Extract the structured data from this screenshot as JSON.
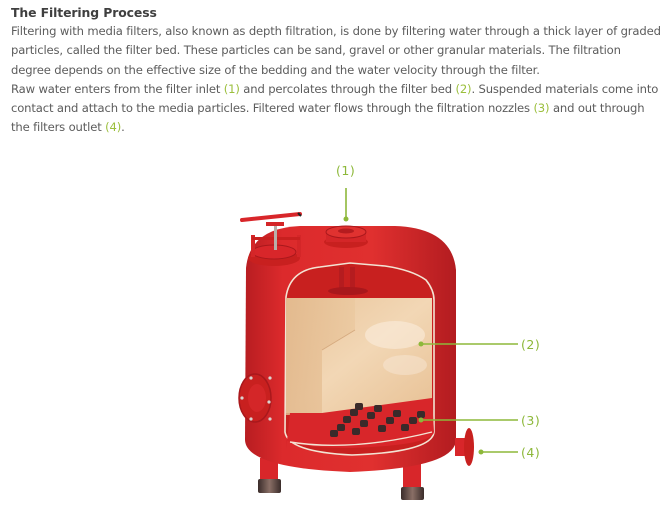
{
  "article": {
    "title": "The Filtering Process",
    "paragraph1": "Filtering with media filters, also known as depth filtration, is done by filtering water through a thick layer of graded particles, called the filter bed. These particles can be sand, gravel or other granular materials. The filtration degree depends on the effective size of the bedding and the water velocity through the filter.",
    "paragraph2": {
      "part1": "Raw water enters from the filter inlet ",
      "ref1": "(1)",
      "part2": " and percolates through the filter bed ",
      "ref2": "(2)",
      "part3": ". Suspended materials come into contact and attach to the media particles. Filtered water flows through the filtration nozzles ",
      "ref3": "(3)",
      "part4": " and out through the filters outlet ",
      "ref4": "(4)",
      "part5": "."
    }
  },
  "diagram": {
    "subject": "media filter tank cutaway",
    "colors": {
      "tank_red": "#d8262a",
      "tank_dark": "#a9181c",
      "media_sand": "#ecc99f",
      "callout_green": "#8db83a",
      "nozzle_dark": "#3a2a2a"
    },
    "callouts": [
      {
        "id": "1",
        "label": "(1)",
        "meaning": "filter inlet"
      },
      {
        "id": "2",
        "label": "(2)",
        "meaning": "filter bed"
      },
      {
        "id": "3",
        "label": "(3)",
        "meaning": "filtration nozzles"
      },
      {
        "id": "4",
        "label": "(4)",
        "meaning": "filter outlet"
      }
    ]
  }
}
